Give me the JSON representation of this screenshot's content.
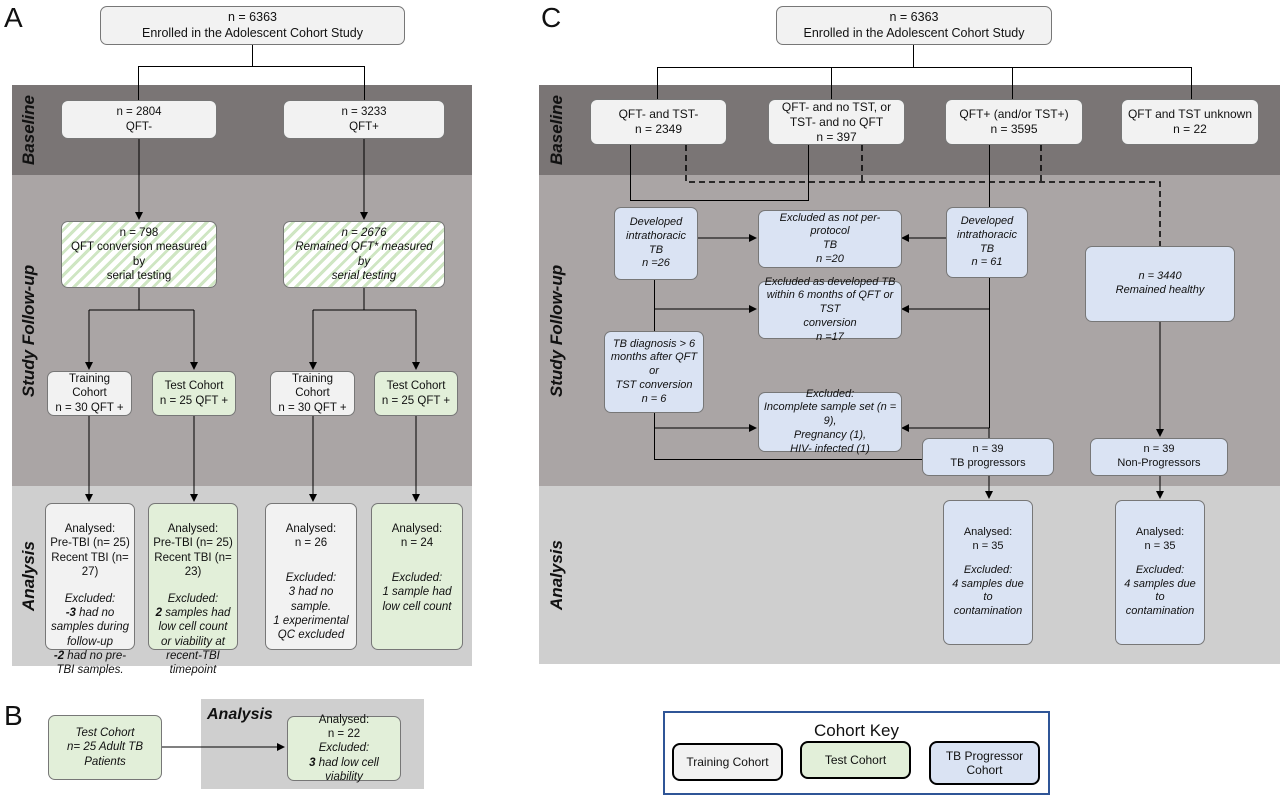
{
  "panels": {
    "a": "A",
    "b": "B",
    "c": "C"
  },
  "stages": {
    "baseline": "Baseline",
    "follow": "Study Follow-up",
    "analysis": "Analysis"
  },
  "colors": {
    "baseline_band": "#7a7575",
    "follow_band": "#aaa5a5",
    "analysis_band": "#cfcfcf",
    "training": "#f2f2f2",
    "test": "#e2efd9",
    "progressor": "#dae3f3",
    "key_border": "#2f5597"
  },
  "A": {
    "top": [
      "n = 6363",
      "Enrolled in the Adolescent Cohort Study"
    ],
    "qft_neg": [
      "n = 2804",
      "QFT-"
    ],
    "qft_pos": [
      "n = 3233",
      "QFT+"
    ],
    "conv": [
      "n = 798",
      "QFT conversion  measured by",
      "serial testing"
    ],
    "remain": [
      "n = 2676",
      "Remained QFT* measured by",
      "serial testing"
    ],
    "train1": [
      "Training Cohort",
      "n = 30 QFT +"
    ],
    "test1": [
      "Test Cohort",
      "n = 25 QFT +"
    ],
    "train2": [
      "Training Cohort",
      "n = 30 QFT +"
    ],
    "test2": [
      "Test Cohort",
      "n = 25 QFT +"
    ],
    "an1": {
      "l1": "Analysed:",
      "l2": "Pre-TBI (n= 25)",
      "l3": "Recent TBI (n=  27)",
      "ex": "Excluded:",
      "b1": "-3",
      "t1": " had no samples during follow-up",
      "b2": "-2",
      "t2": " had no pre-TBI samples."
    },
    "an2": {
      "l1": "Analysed:",
      "l2": "Pre-TBI (n= 25)",
      "l3": "Recent TBI (n=  23)",
      "ex": "Excluded:",
      "b1": "2",
      "t1": " samples had low cell count or viability at recent-TBI timepoint"
    },
    "an3": {
      "l1": "Analysed:",
      "l2": "n = 26",
      "ex": "Excluded:",
      "t1": "3 had no sample.",
      "t2": "1 experimental QC excluded"
    },
    "an4": {
      "l1": "Analysed:",
      "l2": "n = 24",
      "ex": "Excluded:",
      "t1": "1 sample had low cell count"
    }
  },
  "B": {
    "title": "Analysis",
    "test": [
      "Test Cohort",
      "n= 25 Adult TB Patients"
    ],
    "an": {
      "l1": "Analysed:",
      "l2": "n = 22",
      "ex": "Excluded:",
      "b1": "3",
      "t1": " had low cell viability"
    }
  },
  "C": {
    "top": [
      "n = 6363",
      "Enrolled in the Adolescent Cohort Study"
    ],
    "b1": [
      "QFT- and TST-",
      "n = 2349"
    ],
    "b2": [
      "QFT- and no TST, or",
      "TST- and no QFT",
      "n = 397"
    ],
    "b3": [
      "QFT+ (and/or TST+)",
      "n = 3595"
    ],
    "b4": [
      "QFT and TST unknown",
      "n = 22"
    ],
    "dev1": [
      "Developed",
      "intrathoracic TB",
      "n =26"
    ],
    "dev2": [
      "Developed",
      "intrathoracic TB",
      "n = 61"
    ],
    "ex1": [
      "Excluded as not per-protocol",
      "TB",
      "n =20"
    ],
    "ex2": [
      "Excluded as developed TB",
      "within 6 months of QFT or TST",
      "conversion",
      "n =17"
    ],
    "healthy": [
      "n = 3440",
      "Remained healthy"
    ],
    "tbdiag": [
      "TB diagnosis > 6",
      "months after QFT or",
      "TST conversion",
      "n = 6"
    ],
    "ex3": [
      "Excluded:",
      "Incomplete sample set (n = 9),",
      "Pregnancy (1),",
      "HIV- infected (1)"
    ],
    "prog": [
      "n = 39",
      "TB progressors"
    ],
    "nonprog": [
      "n = 39",
      "Non-Progressors"
    ],
    "an1": [
      "Analysed:",
      "n = 35",
      "Excluded:",
      "4 samples due to",
      "contamination"
    ],
    "an2": [
      "Analysed:",
      "n = 35",
      "Excluded:",
      "4 samples due to",
      "contamination"
    ]
  },
  "key": {
    "title": "Cohort Key",
    "training": "Training Cohort",
    "test": "Test Cohort",
    "prog": "TB Progressor Cohort"
  }
}
